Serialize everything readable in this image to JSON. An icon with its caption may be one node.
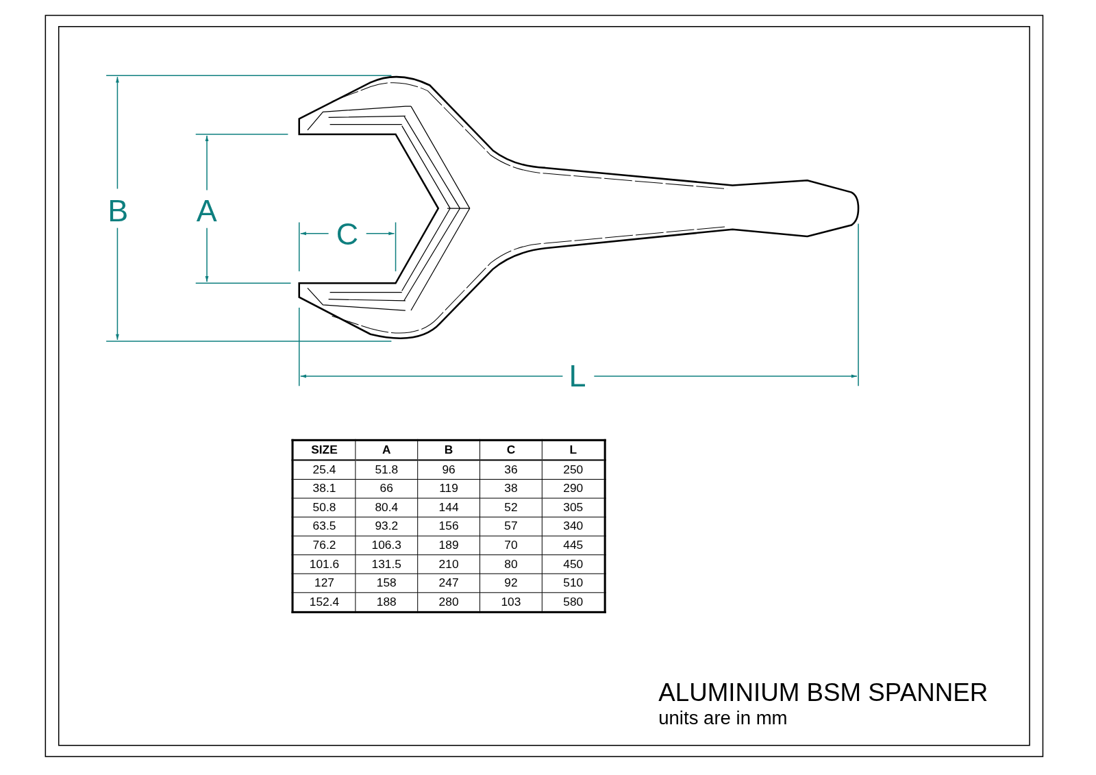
{
  "diagram": {
    "title": "ALUMINIUM BSM SPANNER",
    "labels": [
      "B",
      "A",
      "C",
      "L",
      "SIZE",
      "A",
      "B",
      "C",
      "L",
      "25.4",
      "51.8",
      "96",
      "36",
      "250",
      "38.1",
      "66",
      "119",
      "38",
      "290",
      "50.8",
      "80.4",
      "144",
      "52",
      "305",
      "63.5",
      "93.2",
      "156",
      "57",
      "340",
      "76.2",
      "106.3",
      "189",
      "70",
      "445",
      "101.6",
      "131.5",
      "210",
      "80",
      "450",
      "127",
      "158",
      "247",
      "92",
      "510",
      "152.4",
      "188",
      "280",
      "103",
      "580",
      "units are in mm"
    ]
  }
}
